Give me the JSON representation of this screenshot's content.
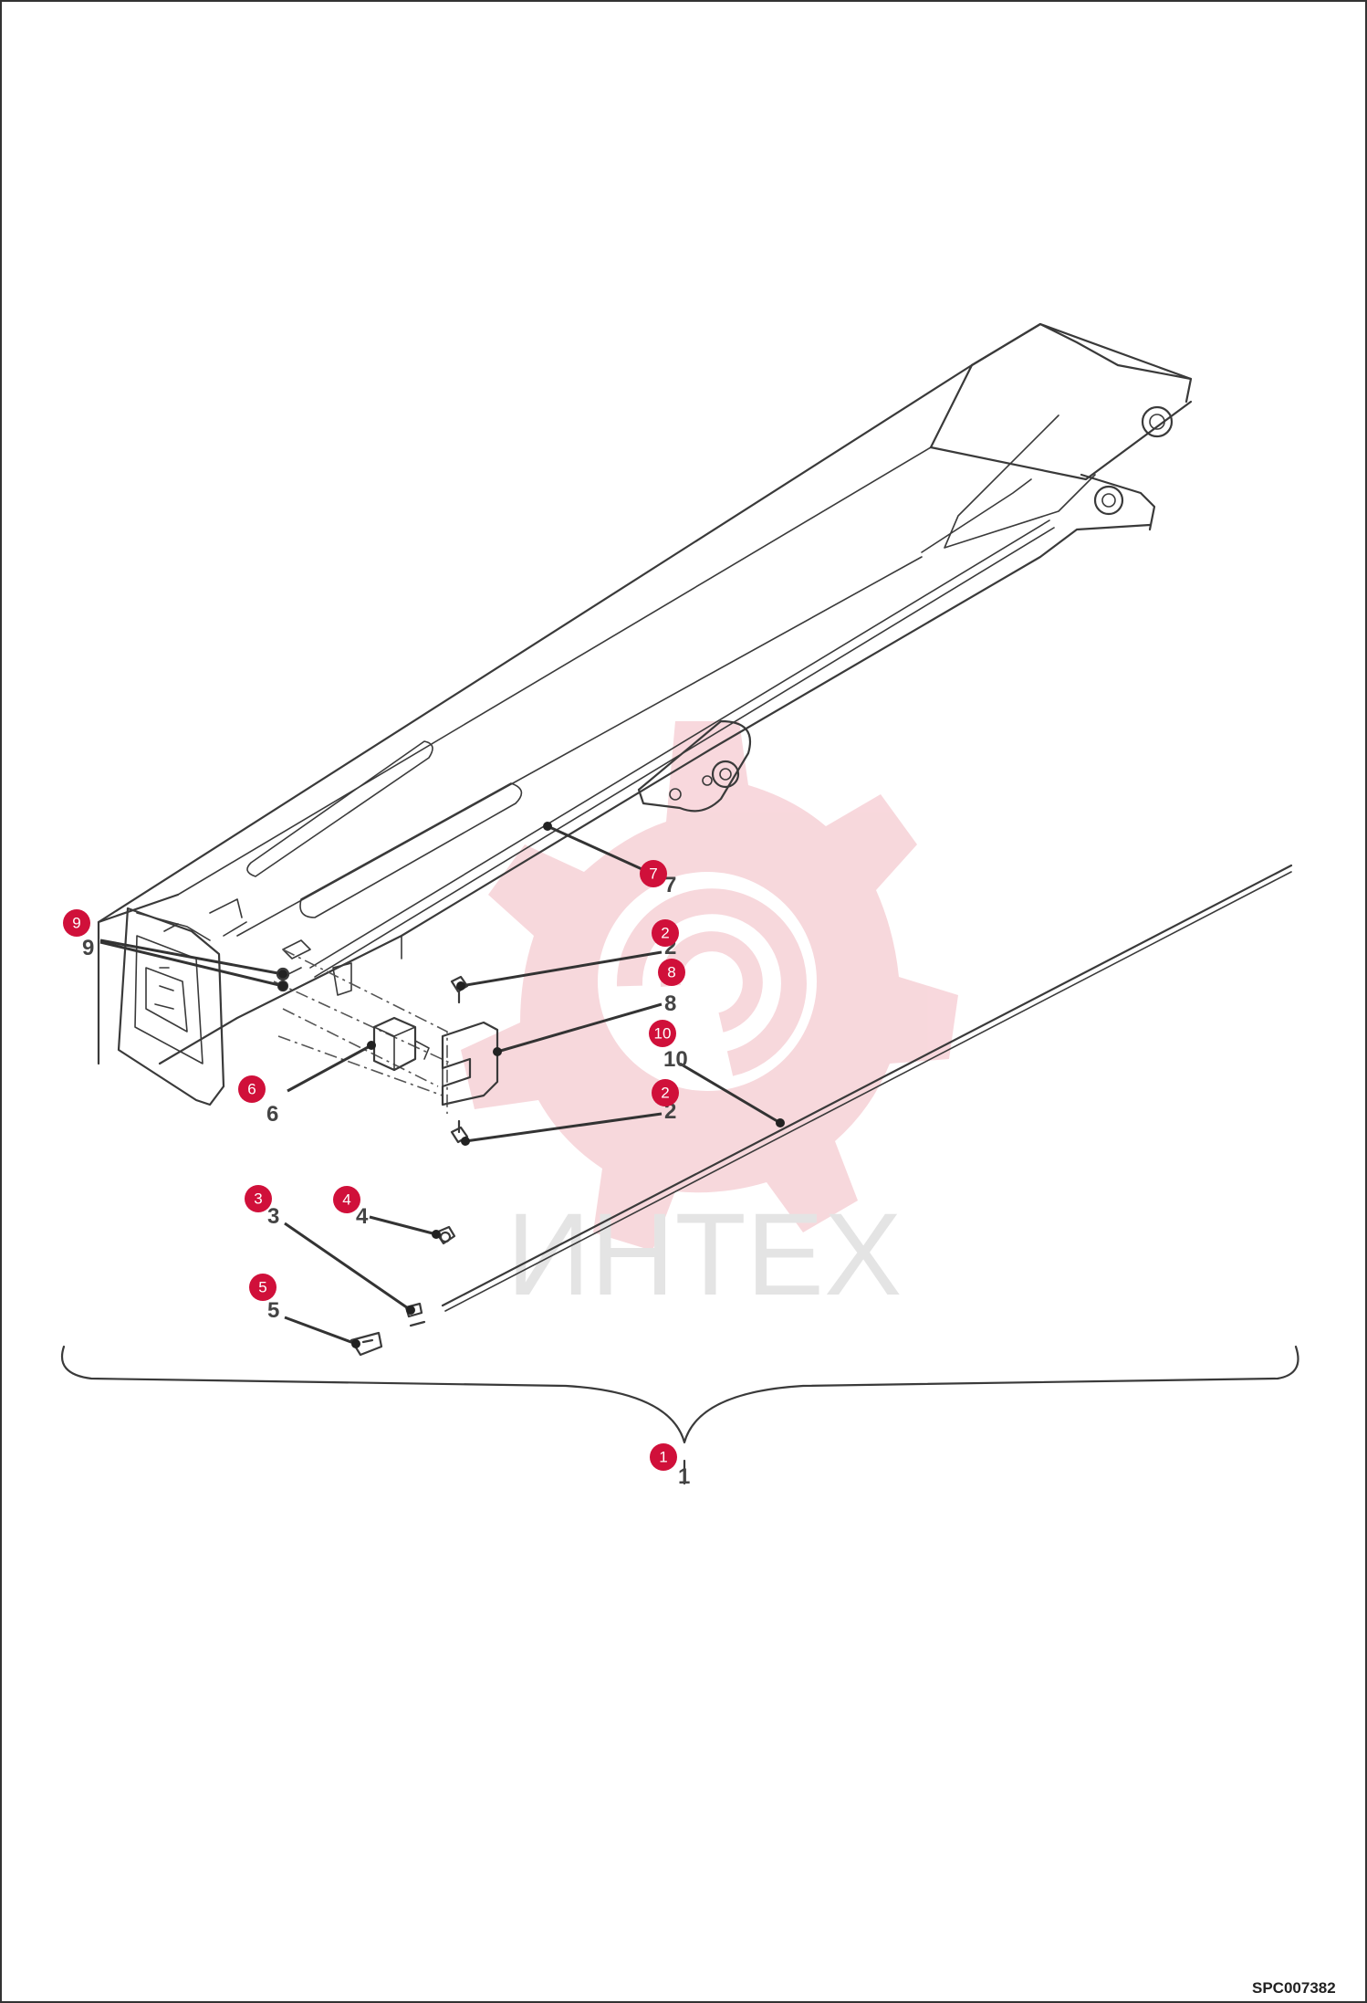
{
  "watermark": {
    "text": "ИНТЕХ",
    "gear_color": "#f7d4d9"
  },
  "drawing_code": "SPC007382",
  "badge_color": "#d0103a",
  "callouts": [
    {
      "id": "7",
      "badge": "7",
      "label": "7"
    },
    {
      "id": "2a",
      "badge": "2",
      "label": "2"
    },
    {
      "id": "8",
      "badge": "8",
      "label": "8"
    },
    {
      "id": "10",
      "badge": "10",
      "label": "10"
    },
    {
      "id": "2b",
      "badge": "2",
      "label": "2"
    },
    {
      "id": "9",
      "badge": "9",
      "label": "9"
    },
    {
      "id": "6",
      "badge": "6",
      "label": "6"
    },
    {
      "id": "3",
      "badge": "3",
      "label": "3"
    },
    {
      "id": "4",
      "badge": "4",
      "label": "4"
    },
    {
      "id": "5",
      "badge": "5",
      "label": "5"
    },
    {
      "id": "1",
      "badge": "1",
      "label": "1"
    }
  ]
}
